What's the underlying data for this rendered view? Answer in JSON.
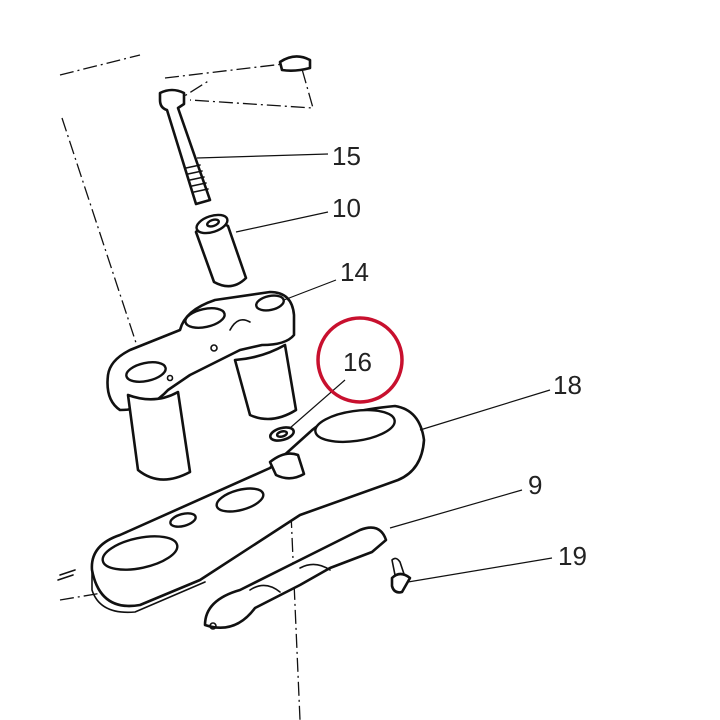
{
  "diagram": {
    "callouts": {
      "p15": "15",
      "p10": "10",
      "p14": "14",
      "p16": "16",
      "p18": "18",
      "p9": "9",
      "p19": "19"
    },
    "highlight_color": "#c8102e",
    "line_color": "#111111"
  }
}
